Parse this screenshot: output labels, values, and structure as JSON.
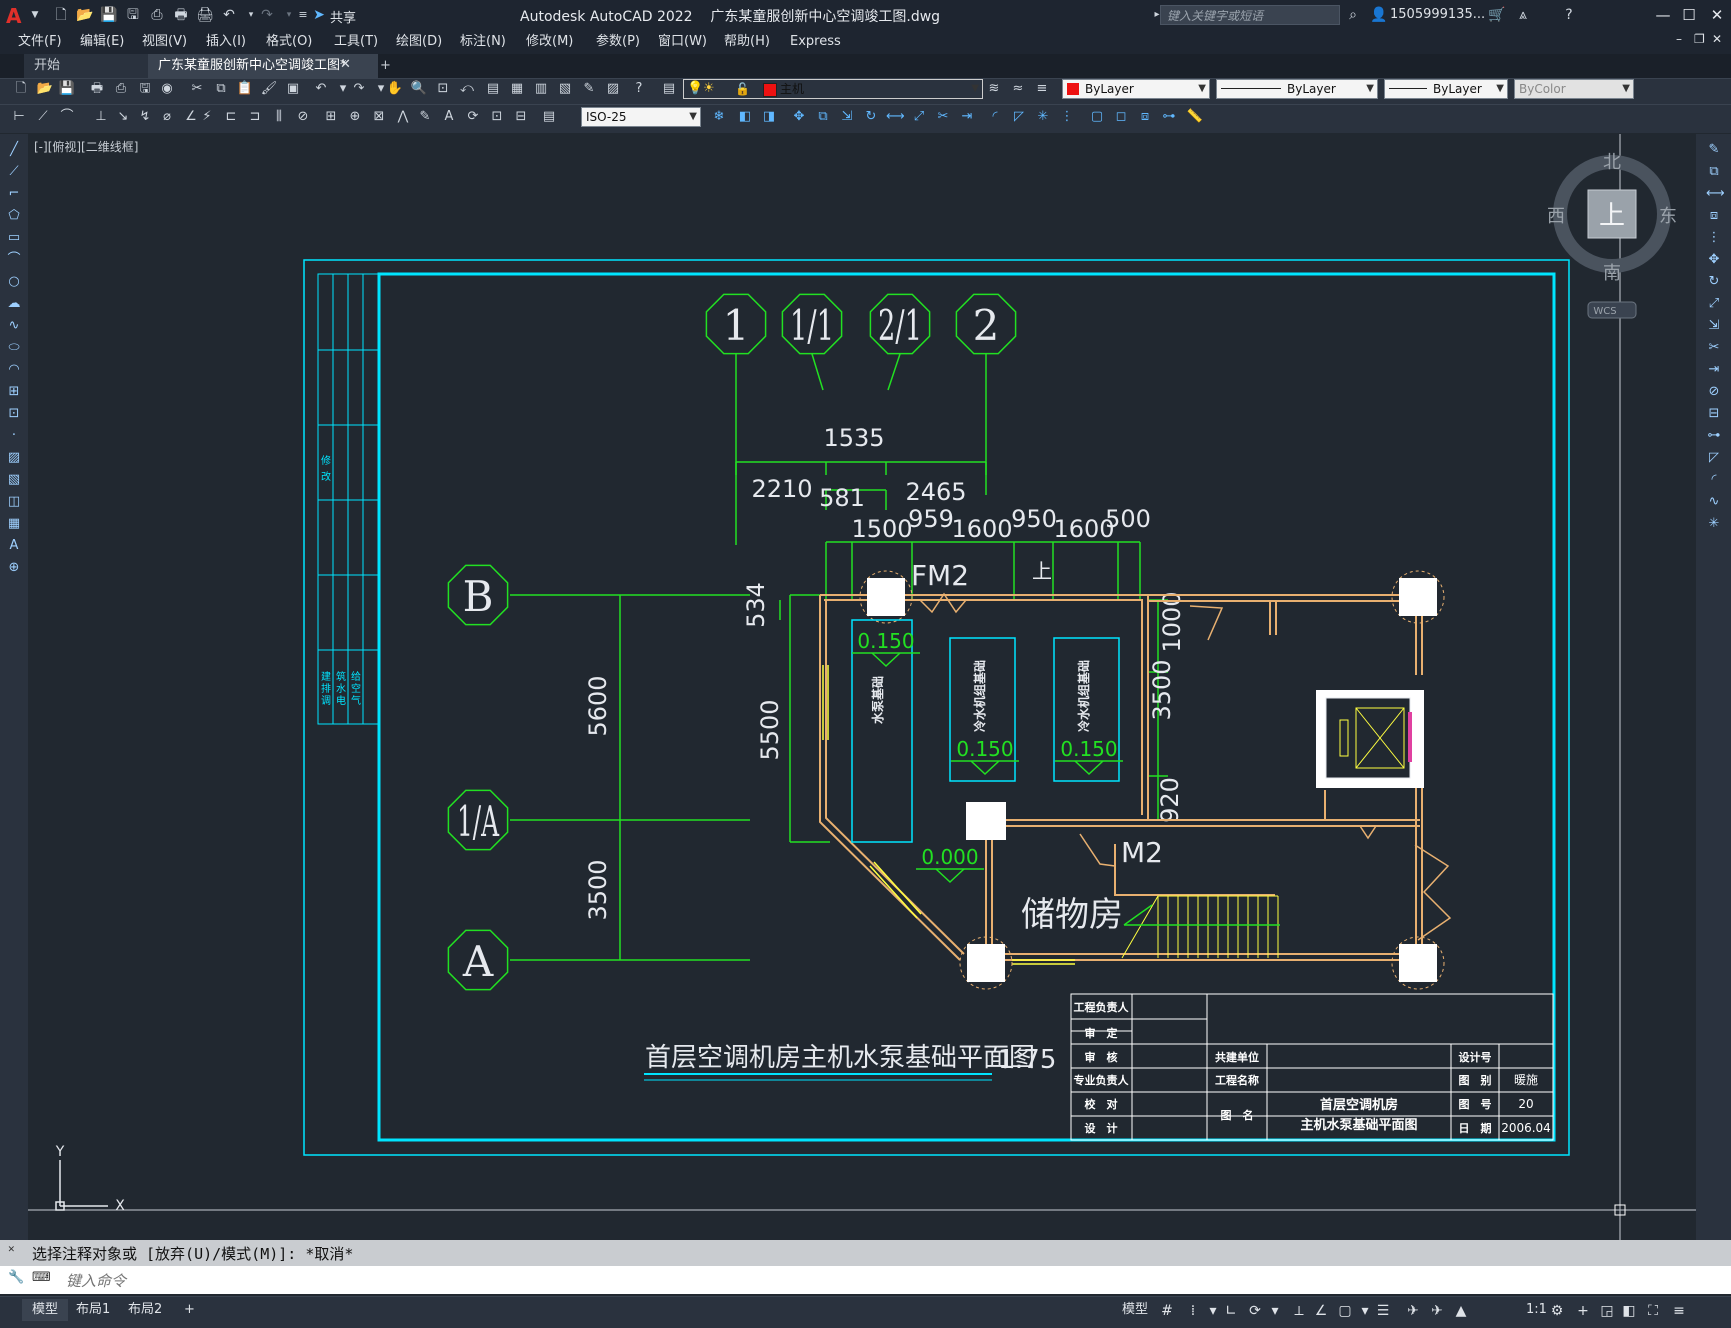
{
  "window": {
    "app_title": "Autodesk AutoCAD 2022",
    "file_title": "广东某童服创新中心空调竣工图.dwg",
    "search_placeholder": "键入关键字或短语",
    "user": "1505999135...",
    "share_label": "共享",
    "app_letter": "A"
  },
  "menu": [
    "文件(F)",
    "编辑(E)",
    "视图(V)",
    "插入(I)",
    "格式(O)",
    "工具(T)",
    "绘图(D)",
    "标注(N)",
    "修改(M)",
    "参数(P)",
    "窗口(W)",
    "帮助(H)",
    "Express"
  ],
  "tabs": {
    "start": "开始",
    "drawing": "广东某童服创新中心空调竣工图*",
    "add": "+"
  },
  "toolbar": {
    "layer": "主机",
    "color": "ByLayer",
    "linetype": "ByLayer",
    "lineweight": "ByLayer",
    "plotstyle": "ByColor",
    "dimstyle": "ISO-25"
  },
  "viewport_label": "[-][俯视][二维线框]",
  "viewcube": {
    "north": "北",
    "south": "南",
    "east": "东",
    "west": "西",
    "top": "上",
    "wcs": "WCS"
  },
  "ucs": {
    "x": "X",
    "y": "Y"
  },
  "drawing": {
    "grid_top": [
      "1",
      "1/1",
      "2/1",
      "2"
    ],
    "grid_left": [
      "B",
      "1/A",
      "A"
    ],
    "dims_top": [
      "1535",
      "2210",
      "581",
      "2465",
      "1500",
      "959",
      "1600",
      "950",
      "1600",
      "500"
    ],
    "dims_left": [
      "5600",
      "3500",
      "534",
      "5500"
    ],
    "dims_right": [
      "1000",
      "3500",
      "920"
    ],
    "labels": {
      "fm2": "FM2",
      "m2": "M2",
      "up": "上",
      "storage": "储物房"
    },
    "elevations": [
      "0.150",
      "0.150",
      "0.150",
      "0.000"
    ],
    "equipment": [
      "水泵基础",
      "冷水机组基础",
      "冷水机组基础"
    ],
    "title": "首层空调机房主机水泵基础平面图",
    "scale": "1:75",
    "side_text": [
      "建",
      "筑",
      "给",
      "排",
      "水",
      "空",
      "调",
      "电",
      "气"
    ],
    "side_top": [
      "修",
      "改"
    ]
  },
  "titleblock": {
    "left_labels": [
      "工程负责人",
      "审　定",
      "审　核",
      "专业负责人",
      "校　对",
      "设　计"
    ],
    "mid_labels": [
      "共建单位",
      "工程名称",
      "图　名"
    ],
    "drawing_name_1": "首层空调机房",
    "drawing_name_2": "主机水泵基础平面图",
    "right_labels": [
      "设计号",
      "图　别",
      "图　号",
      "日　期"
    ],
    "right_values": [
      "",
      "暖施",
      "20",
      "2006.04"
    ]
  },
  "command": {
    "history": "选择注释对象或 [放弃(U)/模式(M)]: *取消*",
    "placeholder": "键入命令"
  },
  "status": {
    "tabs": [
      "模型",
      "布局1",
      "布局2",
      "+"
    ],
    "model": "模型",
    "scale": "1:1"
  }
}
